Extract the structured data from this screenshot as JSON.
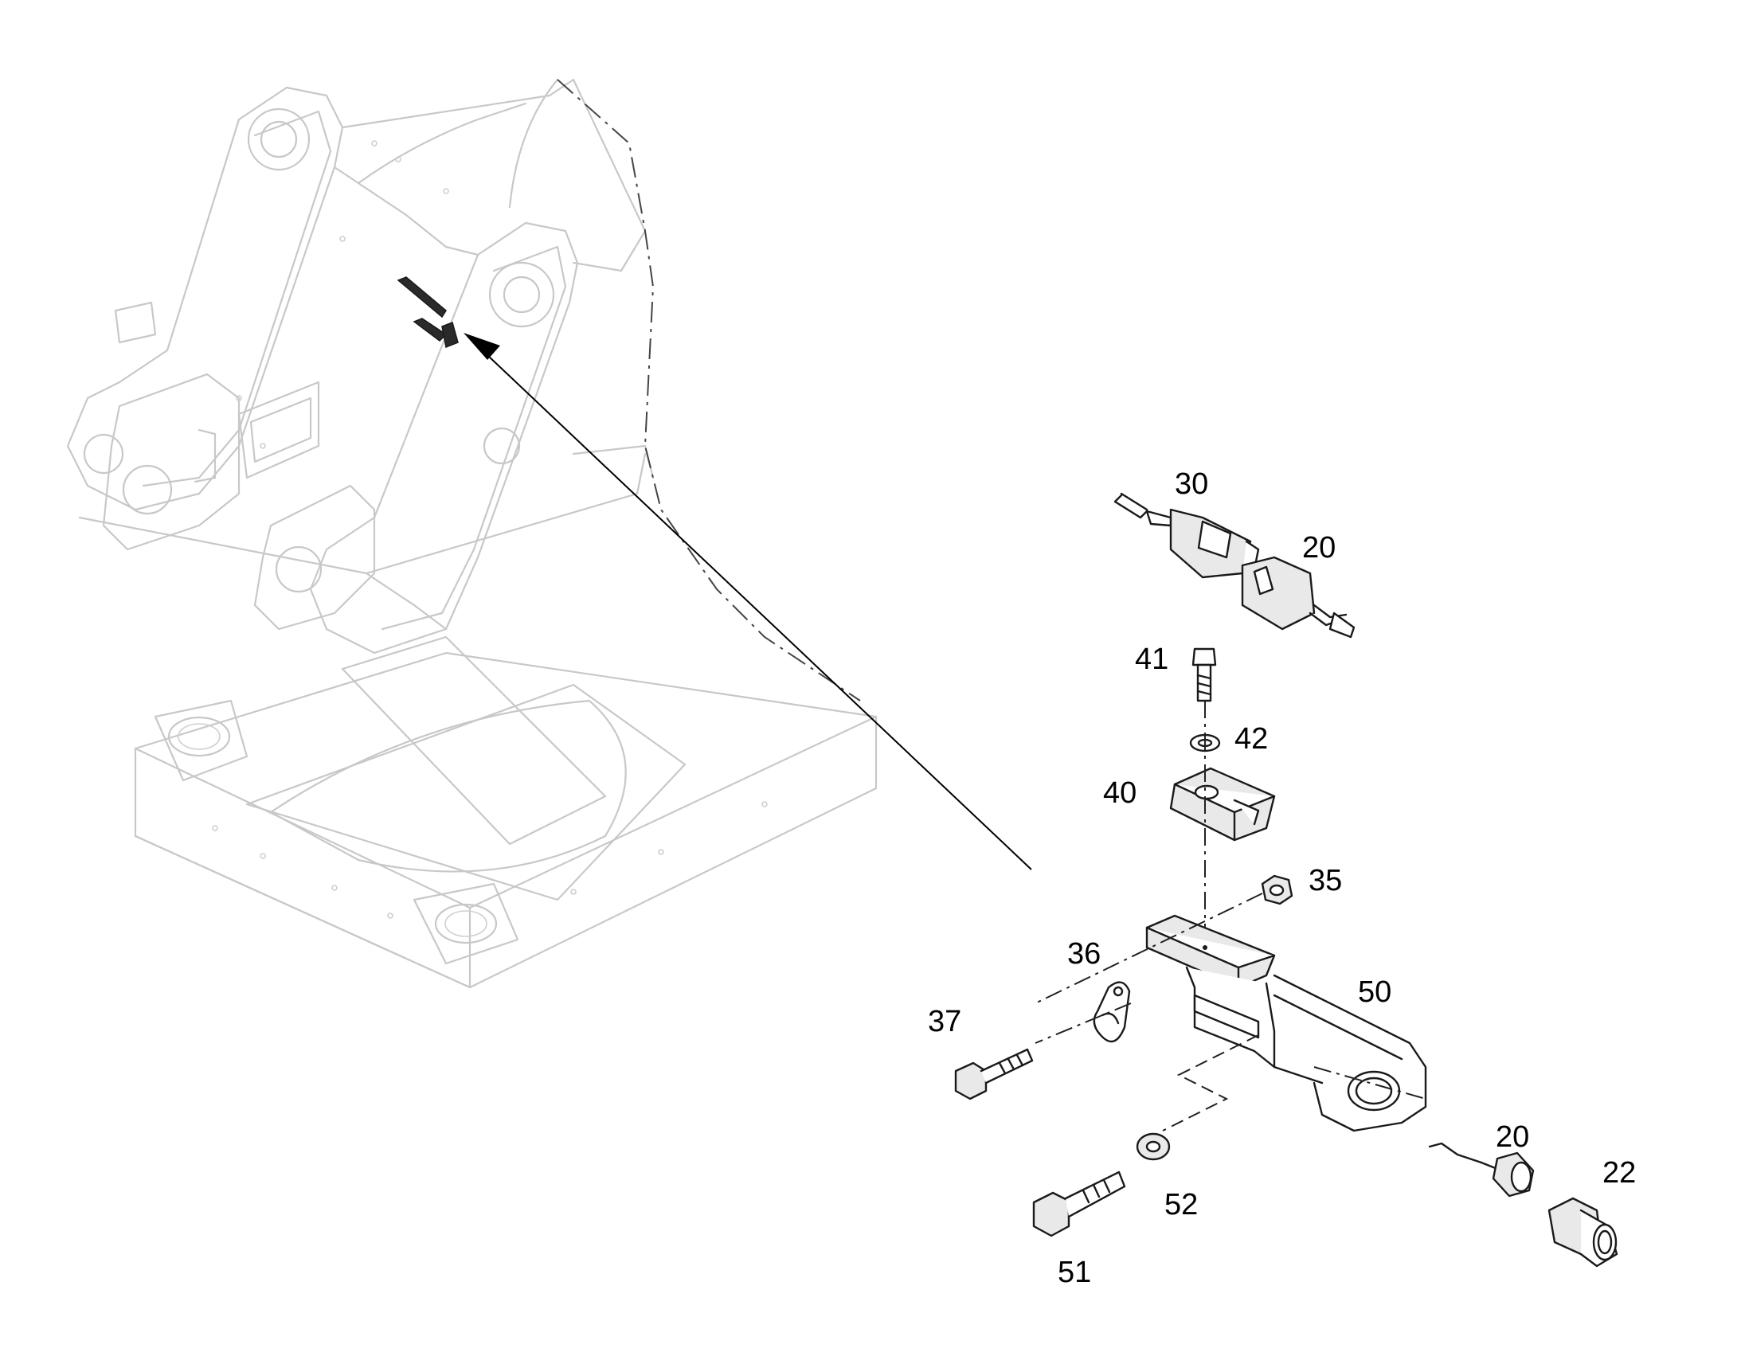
{
  "diagram": {
    "callouts": [
      {
        "id": "c30",
        "text": "30"
      },
      {
        "id": "c20a",
        "text": "20"
      },
      {
        "id": "c41",
        "text": "41"
      },
      {
        "id": "c42",
        "text": "42"
      },
      {
        "id": "c40",
        "text": "40"
      },
      {
        "id": "c35",
        "text": "35"
      },
      {
        "id": "c36",
        "text": "36"
      },
      {
        "id": "c50",
        "text": "50"
      },
      {
        "id": "c37",
        "text": "37"
      },
      {
        "id": "c20b",
        "text": "20"
      },
      {
        "id": "c22",
        "text": "22"
      },
      {
        "id": "c52",
        "text": "52"
      },
      {
        "id": "c51",
        "text": "51"
      }
    ]
  }
}
